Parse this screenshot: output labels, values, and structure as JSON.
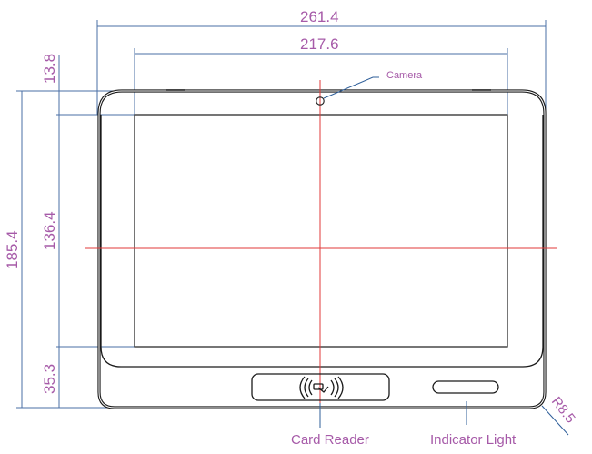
{
  "drawing": {
    "title": "Tablet device front view dimension drawing",
    "units": "mm",
    "colors": {
      "dimension_text": "#a65aa8",
      "dimension_line": "#4a6fa5",
      "outline": "#1a1a1a",
      "center_line": "#e03a3a"
    }
  },
  "dimensions": {
    "overall_width": "261.4",
    "screen_width": "217.6",
    "top_bezel": "13.8",
    "screen_height": "136.4",
    "overall_height": "185.4",
    "bottom_bezel": "35.3",
    "corner_radius": "R8.5"
  },
  "labels": {
    "camera": "Camera",
    "card_reader": "Card Reader",
    "indicator_light": "Indicator Light"
  },
  "icons": {
    "card_reader_symbol": "contactless-card-icon"
  }
}
